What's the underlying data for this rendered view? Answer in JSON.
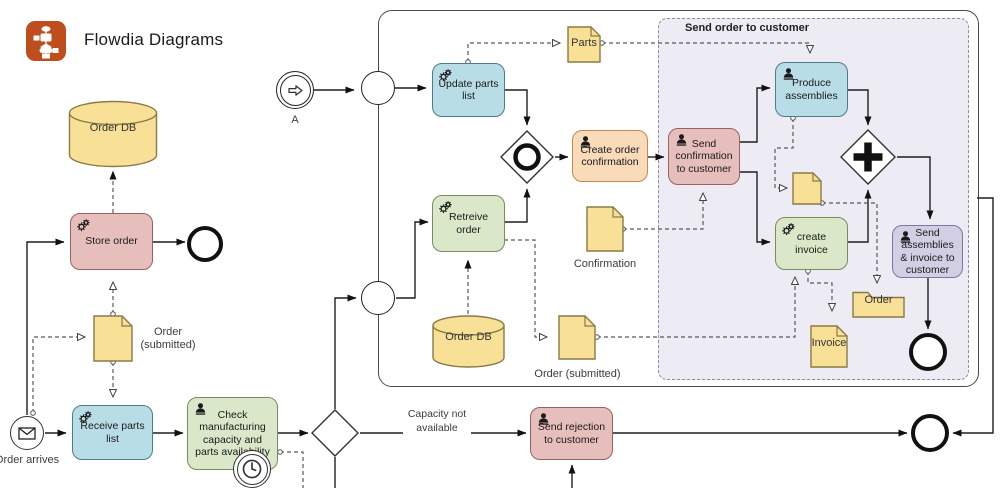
{
  "app": {
    "title": "Flowdia Diagrams"
  },
  "colors": {
    "logo_orange": "#bf4e1e",
    "task_blue": "#b9dde6",
    "task_green": "#dbe7c9",
    "task_red": "#e6bfbd",
    "task_orange": "#f9dab9",
    "task_purple": "#d2cee4",
    "doc_yellow": "#f8e096",
    "region_fill": "#edebf4"
  },
  "region": {
    "title": "Send order to customer"
  },
  "tasks": {
    "store_order": "Store order",
    "receive_parts": "Receive parts list",
    "check_capacity": "Check manufacturing capacity and parts availability",
    "update_parts": "Update parts list",
    "retreive_order": "Retreive order",
    "create_confirmation": "Create order confirmation",
    "send_confirmation": "Send confirmation to customer",
    "produce_assemblies": "Produce assemblies",
    "create_invoice": "create invoice",
    "send_assemblies": "Send assemblies & invoice to customer",
    "send_rejection": "Send rejection to customer"
  },
  "events": {
    "order_arrives": "Order arrives",
    "link_a": "A"
  },
  "data_objects": {
    "order_db_top": "Order DB",
    "order_db_mid": "Order DB",
    "order_submitted_left": "Order (submitted)",
    "order_submitted_mid": "Order (submitted)",
    "confirmation": "Confirmation",
    "parts": "Parts",
    "order": "Order",
    "invoice": "Invoice"
  },
  "edges": {
    "capacity_not_available": "Capacity not available"
  }
}
